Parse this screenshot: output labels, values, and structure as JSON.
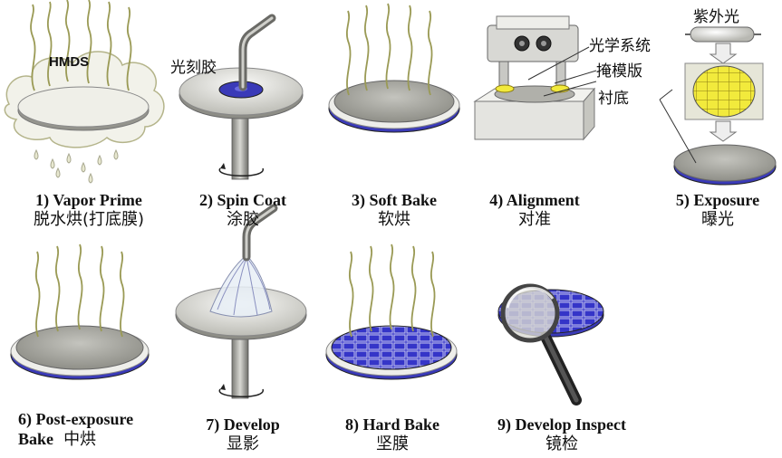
{
  "annotations": {
    "hmds": "HMDS",
    "photoresist": "光刻胶",
    "optical_system": "光学系统",
    "mask": "掩模版",
    "substrate": "衬底",
    "uv_light": "紫外光"
  },
  "steps": [
    {
      "en": "1) Vapor Prime",
      "zh": "脱水烘(打底膜)"
    },
    {
      "en": "2) Spin Coat",
      "zh": "涂胶"
    },
    {
      "en": "3) Soft Bake",
      "zh": "软烘"
    },
    {
      "en": "4) Alignment",
      "zh": "对准"
    },
    {
      "en": "5) Exposure",
      "zh": "曝光"
    },
    {
      "en": "6) Post-exposure",
      "en2": "Bake",
      "zh": "中烘"
    },
    {
      "en": "7) Develop",
      "zh": "显影"
    },
    {
      "en": "8) Hard Bake",
      "zh": "坚膜"
    },
    {
      "en": "9) Develop Inspect",
      "zh": "镜检"
    }
  ],
  "colors": {
    "wafer_top": "#a9a9a4",
    "wafer_edge": "#3a3ab8",
    "resist_blue": "#3030c0",
    "steam": "#9a9a55",
    "mask_yellow": "#f2ea3c",
    "chuck": "#c8c8c4"
  }
}
